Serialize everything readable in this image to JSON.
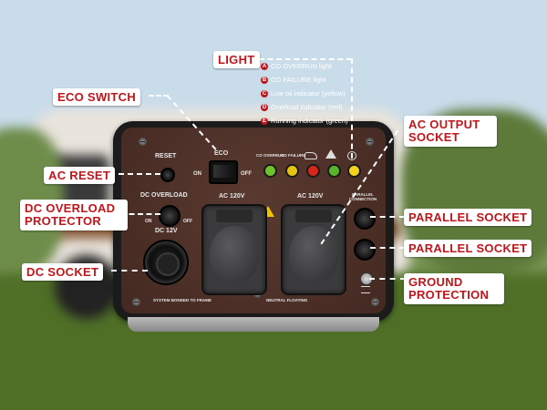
{
  "callouts": {
    "light": "LIGHT",
    "eco_switch": "ECO SWITCH",
    "ac_reset": "AC RESET",
    "dc_overload_protector": "DC OVERLOAD PROTECTOR",
    "dc_socket": "DC SOCKET",
    "ac_output_socket": "AC OUTPUT SOCKET",
    "parallel_socket_1": "PARALLEL SOCKET",
    "parallel_socket_2": "PARALLEL SOCKET",
    "ground_protection": "GROUND PROTECTION"
  },
  "light_legend": [
    {
      "letter": "A",
      "text": "CO OVERRUN light"
    },
    {
      "letter": "B",
      "text": "CO FAILURE light"
    },
    {
      "letter": "C",
      "text": "Low oil indicator (yellow)"
    },
    {
      "letter": "D",
      "text": "Overload indicator (red)"
    },
    {
      "letter": "E",
      "text": "Running indicator (green)"
    }
  ],
  "panel": {
    "reset": "RESET",
    "eco": "ECO",
    "on": "ON",
    "off": "OFF",
    "dc_overload": "DC OVERLOAD",
    "dc_12v": "DC 12V",
    "ac_120v_left": "AC 120V",
    "ac_120v_right": "AC 120V",
    "co_overrun": "CO OVERRUN",
    "co_failure": "CO FAILURE",
    "parallel_connection": "PARALLEL CONNECTION",
    "system_bonded": "SYSTEM BONDED TO FRAME",
    "neutral_floating": "NEUTRAL FLOATING",
    "dc_on": "ON",
    "dc_off": "OFF"
  },
  "led_colors": {
    "a": "#6ec22a",
    "b": "#e5c40e",
    "c": "#d8261a",
    "d": "#59b52a",
    "e": "#f0d31a"
  },
  "accent_color": "#c0161b"
}
